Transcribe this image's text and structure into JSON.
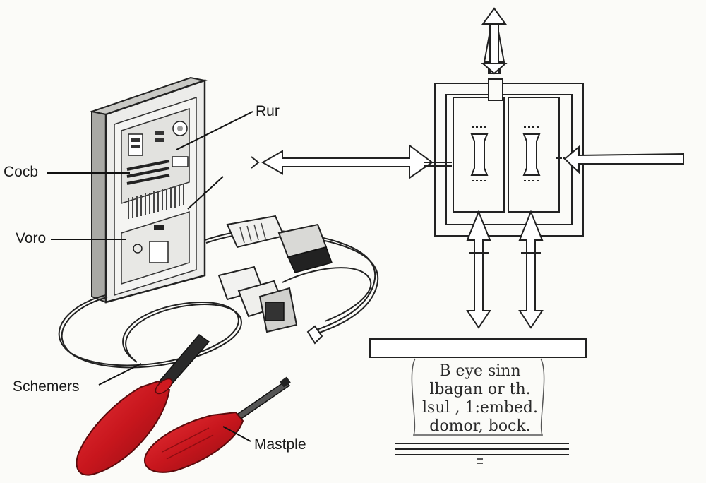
{
  "labels": {
    "rur": "Rur",
    "cocb": "Cocb",
    "voro": "Voro",
    "schemers": "Schemers",
    "mastple": "Mastple"
  },
  "note": {
    "lines": [
      "B eye sinn",
      "lbagan or th.",
      "lsul , 1:embed.",
      "domor, bock."
    ]
  },
  "colors": {
    "line": "#1a1a1a",
    "handle": "#c8161d",
    "panel": "#e9e9e6"
  }
}
